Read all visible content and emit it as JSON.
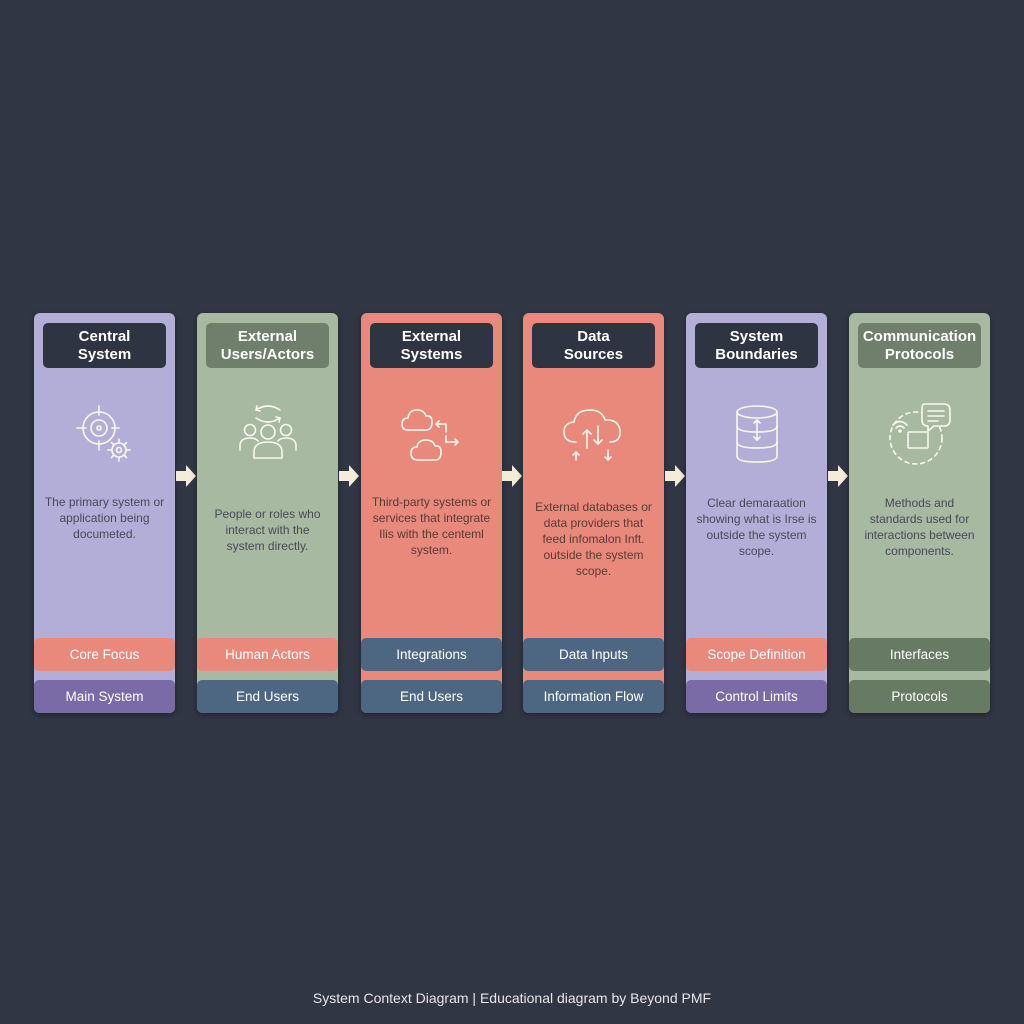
{
  "colors": {
    "background": "#313645",
    "purple_card": "#b3aed8",
    "green_card": "#a7b9a1",
    "red_card": "#e8897c",
    "title_dark": "#2f3443",
    "title_green": "#6f7f6c",
    "tag_coral": "#e8897c",
    "tag_purple": "#7a6aa5",
    "tag_slate": "#4d6782",
    "tag_green": "#677a64",
    "arrow": "#f4ecd8"
  },
  "cards": [
    {
      "title_line1": "Central",
      "title_line2": "System",
      "icon": "target-gear-icon",
      "description": "The primary system or application being documeted.",
      "tag1": "Core Focus",
      "tag2": "Main System"
    },
    {
      "title_line1": "External",
      "title_line2": "Users/Actors",
      "icon": "users-group-icon",
      "description": "People or roles who interact with the system directly.",
      "tag1": "Human Actors",
      "tag2": "End Users"
    },
    {
      "title_line1": "External",
      "title_line2": "Systems",
      "icon": "cloud-sync-icon",
      "description": "Third-party systems or services that integrate Ilis with the centeml system.",
      "tag1": "Integrations",
      "tag2": "End Users"
    },
    {
      "title_line1": "Data",
      "title_line2": "Sources",
      "icon": "cloud-transfer-icon",
      "description": "External databases or data providers that feed infomalon Inft. outside the system scope.",
      "tag1": "Data Inputs",
      "tag2": "Information Flow"
    },
    {
      "title_line1": "System",
      "title_line2": "Boundaries",
      "icon": "database-icon",
      "description": "Clear demaraation showing what is Irse is outside the system scope.",
      "tag1": "Scope Definition",
      "tag2": "Control Limits"
    },
    {
      "title_line1": "Communication",
      "title_line2": "Protocols",
      "icon": "chat-signal-icon",
      "description": "Methods and standards used for interactions between components.",
      "tag1": "Interfaces",
      "tag2": "Protocols"
    }
  ],
  "caption": "System Context Diagram | Educational diagram by Beyond PMF"
}
